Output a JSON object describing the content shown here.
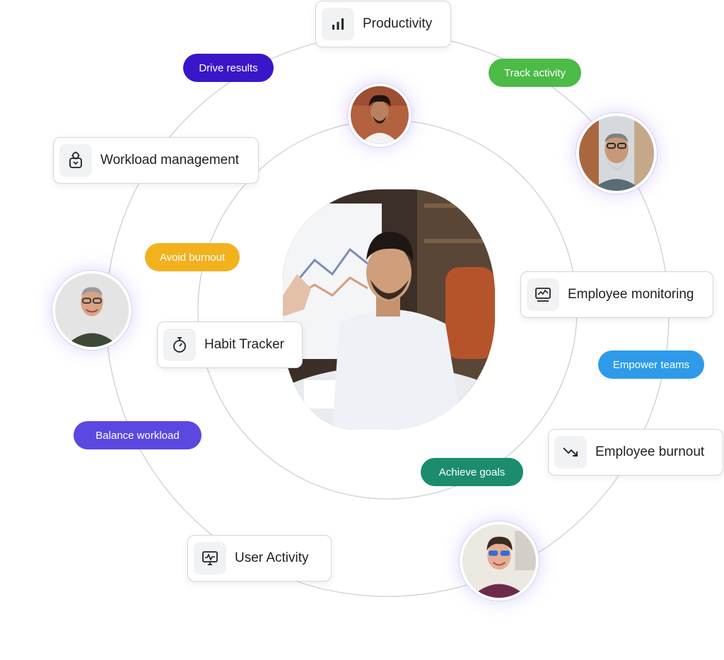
{
  "features": {
    "productivity": {
      "label": "Productivity",
      "icon": "bar-chart-icon"
    },
    "workload_management": {
      "label": "Workload management",
      "icon": "gear-clipboard-icon"
    },
    "employee_monitoring": {
      "label": "Employee monitoring",
      "icon": "monitor-chart-icon"
    },
    "habit_tracker": {
      "label": "Habit Tracker",
      "icon": "stopwatch-icon"
    },
    "employee_burnout": {
      "label": "Employee burnout",
      "icon": "trend-down-icon"
    },
    "user_activity": {
      "label": "User Activity",
      "icon": "activity-screen-icon"
    }
  },
  "tags": {
    "drive_results": {
      "label": "Drive results",
      "color": "#3a16c9"
    },
    "track_activity": {
      "label": "Track activity",
      "color": "#4cbb47"
    },
    "avoid_burnout": {
      "label": "Avoid burnout",
      "color": "#f2b21d"
    },
    "empower_teams": {
      "label": "Empower teams",
      "color": "#2d9bea"
    },
    "balance_workload": {
      "label": "Balance workload",
      "color": "#5b48e0"
    },
    "achieve_goals": {
      "label": "Achieve goals",
      "color": "#1b8c70"
    }
  }
}
